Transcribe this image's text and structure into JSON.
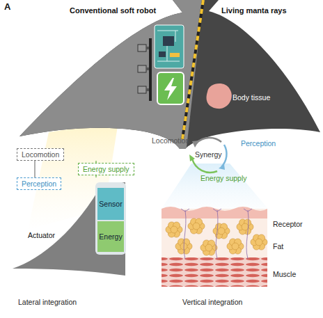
{
  "diagram": {
    "nodes": [
      {
        "text": [
          "Locomotion"
        ]
      },
      {
        "text": [
          "Perception"
        ]
      },
      {
        "text": [
          "Energy supply"
        ]
      },
      {
        "text": [
          "Sensor"
        ]
      },
      {
        "text": [
          "Energy"
        ]
      }
    ],
    "edges": [
      {
        "from": 0,
        "to": 1,
        "arrow": "none"
      },
      {
        "from": 2,
        "to": 0,
        "arrow": "none"
      },
      {
        "from": 2,
        "to": 1,
        "arrow": "none"
      }
    ],
    "labels": [
      "A",
      "Conventional soft robot",
      "Living manta rays",
      "Actuator",
      "Body tissue",
      "Locomotion",
      "Synergy",
      "Perception",
      "Energy supply",
      "Receptor",
      "Fat",
      "Muscle",
      "Lateral integration",
      "Vertical integration"
    ]
  }
}
